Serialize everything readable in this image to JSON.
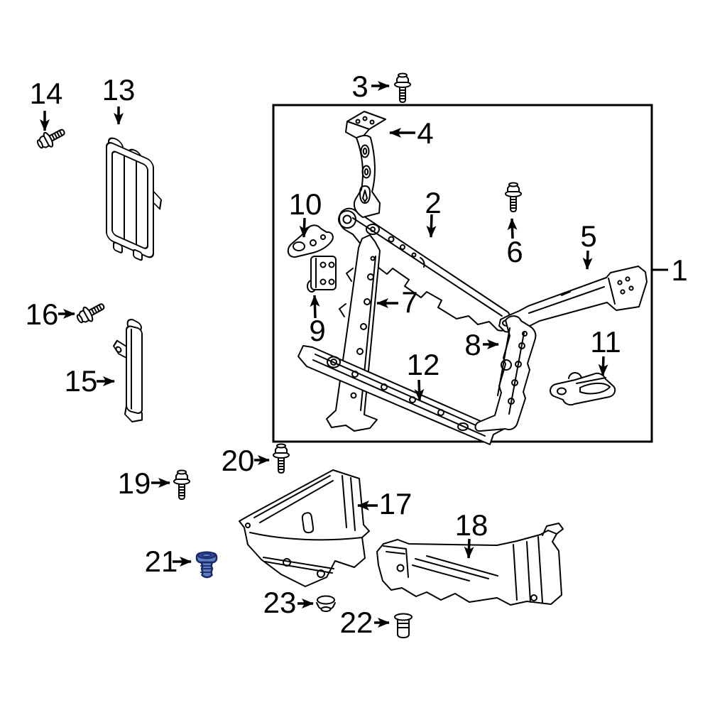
{
  "diagram": {
    "type": "exploded-parts-diagram",
    "background_color": "#ffffff",
    "line_color": "#000000",
    "highlight": {
      "part_number": "21",
      "fill": "#5d7ec2",
      "shadow": "#31479b",
      "outline": "#1b2a66"
    },
    "callouts": [
      {
        "number": "1"
      },
      {
        "number": "2"
      },
      {
        "number": "3"
      },
      {
        "number": "4"
      },
      {
        "number": "5"
      },
      {
        "number": "6"
      },
      {
        "number": "7"
      },
      {
        "number": "8"
      },
      {
        "number": "9"
      },
      {
        "number": "10"
      },
      {
        "number": "11"
      },
      {
        "number": "12"
      },
      {
        "number": "13"
      },
      {
        "number": "14"
      },
      {
        "number": "15"
      },
      {
        "number": "16"
      },
      {
        "number": "17"
      },
      {
        "number": "18"
      },
      {
        "number": "19"
      },
      {
        "number": "20"
      },
      {
        "number": "21",
        "highlighted": true
      },
      {
        "number": "22"
      },
      {
        "number": "23"
      }
    ]
  }
}
